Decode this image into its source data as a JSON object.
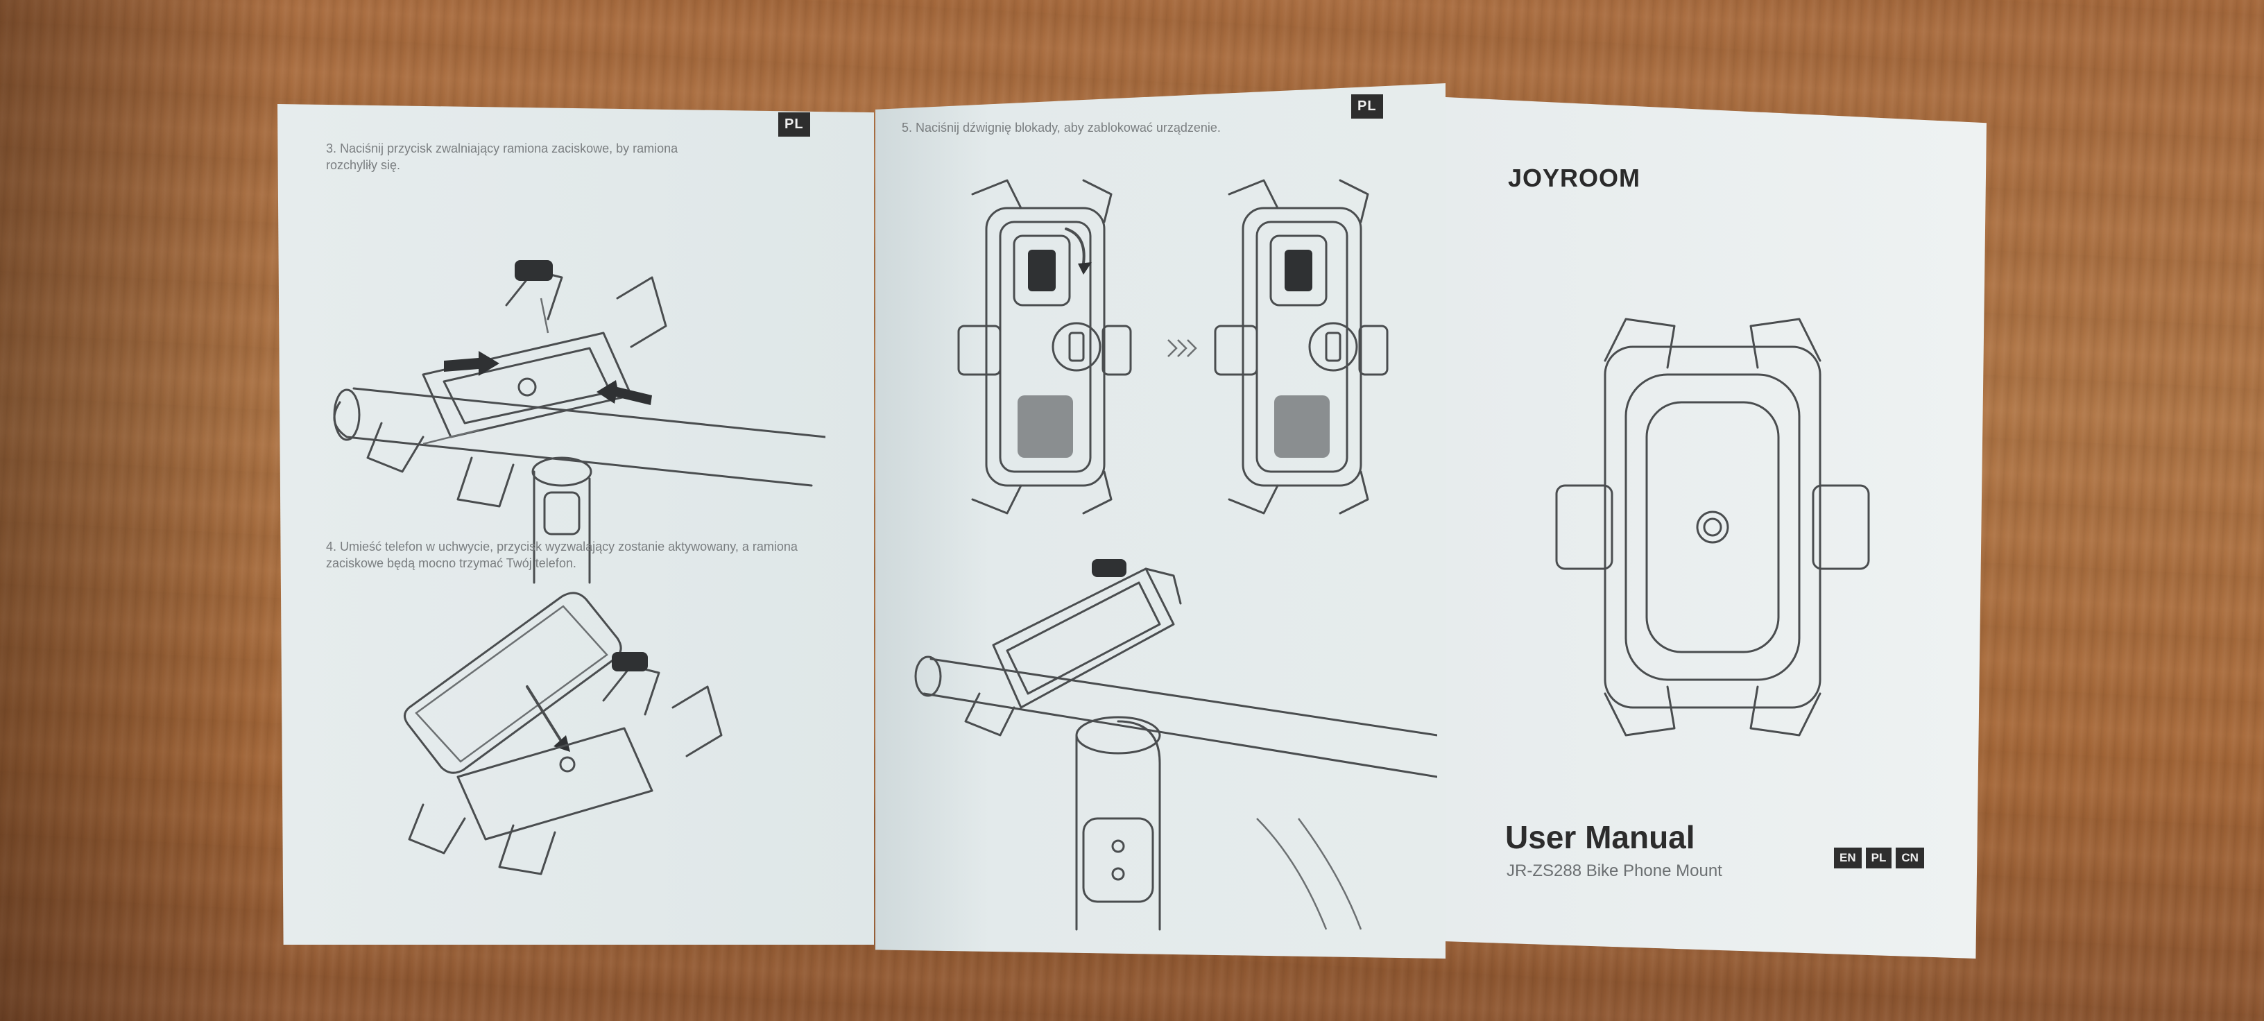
{
  "left_page": {
    "badge": "PL",
    "step3": "3. Naciśnij przycisk zwalniający ramiona zaciskowe, by ramiona rozchyliły się.",
    "step4": "4. Umieść telefon w uchwycie, przycisk wyzwalający zostanie aktywowany, a ramiona zaciskowe będą mocno trzymać Twój telefon."
  },
  "middle_page": {
    "badge": "PL",
    "step5": "5. Naciśnij dźwignię blokady, aby zablokować urządzenie."
  },
  "cover": {
    "brand": "JOYROOM",
    "title": "User Manual",
    "subtitle": "JR-ZS288 Bike Phone Mount",
    "languages": [
      "EN",
      "PL",
      "CN"
    ]
  },
  "colors": {
    "paper": "#e4ebec",
    "wood": "#a86a3c",
    "ink": "#2e2e2e"
  }
}
